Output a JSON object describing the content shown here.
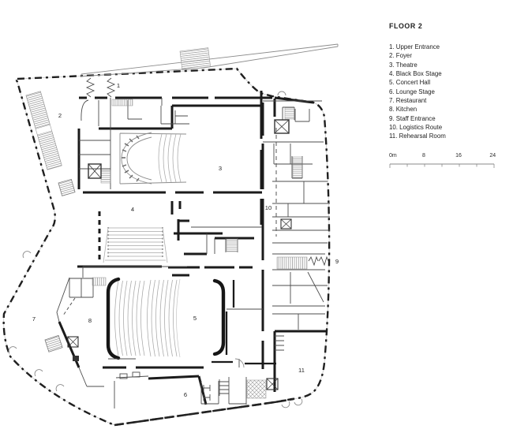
{
  "panel": {
    "title": "FLOOR 2",
    "legend_items": [
      "1. Upper Entrance",
      "2. Foyer",
      "3. Theatre",
      "4. Black Box Stage",
      "5. Concert Hall",
      "6. Lounge Stage",
      "7. Restaurant",
      "8. Kitchen",
      "9. Staff Entrance",
      "10. Logistics Route",
      "11. Rehearsal Room"
    ],
    "scalebar": {
      "labels": [
        "0m",
        "8",
        "16",
        "24"
      ]
    }
  },
  "plan": {
    "room_labels": [
      "1",
      "2",
      "3",
      "4",
      "5",
      "6",
      "7",
      "8",
      "9",
      "10",
      "11"
    ]
  },
  "colors": {
    "ink": "#1b1b1b",
    "partition": "#4c4c4c",
    "seating": "#a8a8a8",
    "hatch": "#8f8f8f"
  }
}
